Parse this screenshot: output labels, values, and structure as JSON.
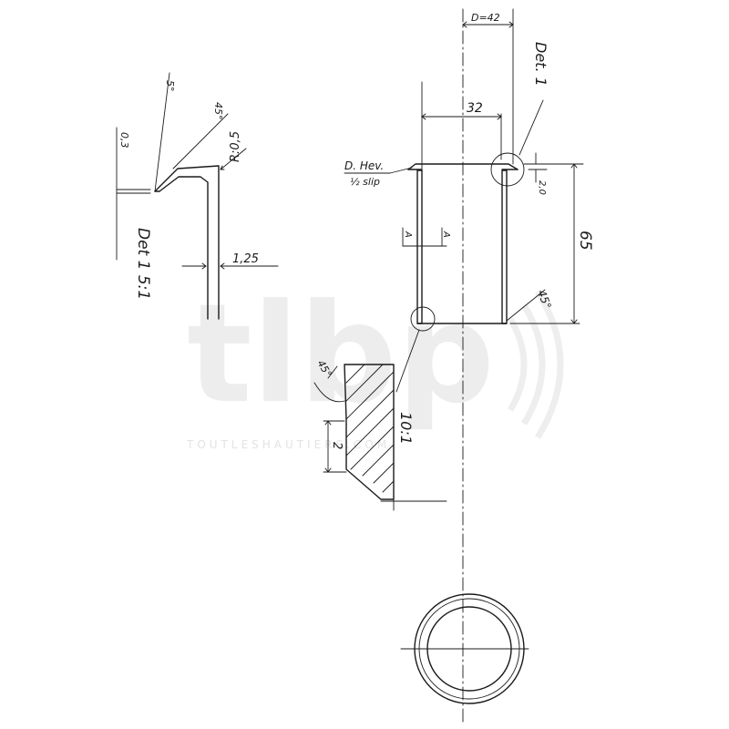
{
  "labels": {
    "diameter": "D=42",
    "detail_ref": "Det. 1",
    "width": "32",
    "callout_line1": "D. Hev.",
    "callout_line2": "½ slip",
    "flange_height": "2,0",
    "height": "65",
    "section_a_left": "A",
    "section_a_right": "A",
    "chamfer_angle": "45°",
    "detail1_title": "Det 1  5:1",
    "detail1_angle_5": "5°",
    "detail1_angle_45": "45°",
    "detail1_radius": "R:0,5",
    "detail1_dim_03": "0,3",
    "detail1_thickness": "1,25",
    "detail2_angle": "45°",
    "detail2_scale": "10:1",
    "detail2_dim": "2"
  },
  "watermark": {
    "logo": "tlbp",
    "url": "TOUTLESHAUTIERS.COM"
  },
  "colors": {
    "ink": "#1a1a1a",
    "paper": "#ffffff",
    "watermark": "#ededed"
  }
}
